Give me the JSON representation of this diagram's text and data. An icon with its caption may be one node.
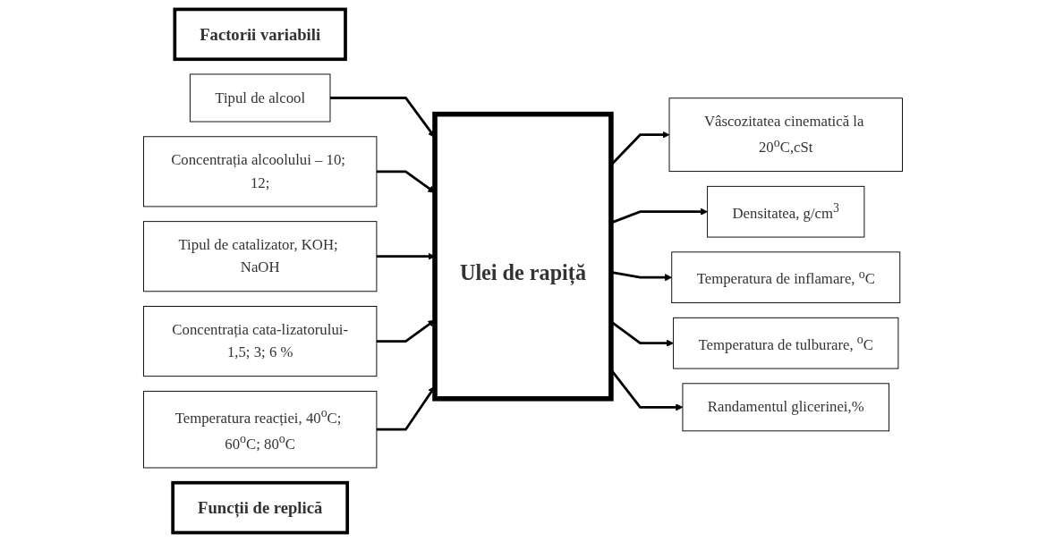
{
  "diagram": {
    "nodes": [
      {
        "text": [
          "Factorii variabili"
        ]
      },
      {
        "text": [
          "Tipul de alcool"
        ]
      },
      {
        "text": [
          "Concentrația alcoolului – 10; 12;"
        ]
      },
      {
        "text": [
          "Tipul de catalizator, KOH; NaOH"
        ]
      },
      {
        "text": [
          "Concentrația cata-lizatorului-1,5; 3; 6 %"
        ]
      },
      {
        "text": [
          "Temperatura reacției, 40$^{o}$C; 60$^{o}$C; 80$^{o}$C"
        ]
      },
      {
        "text": [
          "Ulei de rapiță"
        ]
      },
      {
        "text": [
          "Funcții de replică"
        ]
      },
      {
        "text": [
          "Vâscozitatea cinematică la 20$^{o}$C,cSt"
        ]
      },
      {
        "text": [
          "Densitatea, g/cm$^{3}$"
        ]
      },
      {
        "text": [
          "Temperatura de inflamare, $^{o}$C"
        ]
      },
      {
        "text": [
          "Temperatura de tulburare, $^{o}$C"
        ]
      },
      {
        "text": [
          "Randamentul glicerinei,%"
        ]
      }
    ],
    "edges": [
      {
        "from": 1,
        "to": 6,
        "arrow": "to"
      },
      {
        "from": 2,
        "to": 6,
        "arrow": "to"
      },
      {
        "from": 3,
        "to": 6,
        "arrow": "to"
      },
      {
        "from": 4,
        "to": 6,
        "arrow": "to"
      },
      {
        "from": 5,
        "to": 6,
        "arrow": "to"
      },
      {
        "from": 6,
        "to": 8,
        "arrow": "to"
      },
      {
        "from": 6,
        "to": 9,
        "arrow": "to"
      },
      {
        "from": 6,
        "to": 10,
        "arrow": "to"
      },
      {
        "from": 6,
        "to": 11,
        "arrow": "to"
      },
      {
        "from": 6,
        "to": 12,
        "arrow": "to"
      }
    ]
  }
}
